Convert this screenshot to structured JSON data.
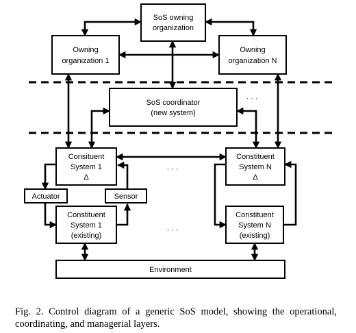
{
  "diagram": {
    "boxes": {
      "sos_owning_org": [
        "SoS owning",
        "organization"
      ],
      "owning_org_1": [
        "Owning",
        "organization 1"
      ],
      "owning_org_n": [
        "Owning",
        "organization N"
      ],
      "sos_coordinator": [
        "SoS coordinator",
        "(new system)"
      ],
      "constituent_1_delta": [
        "Consituent",
        "System 1",
        "Δ"
      ],
      "constituent_n_delta": [
        "Constituent",
        "System N",
        "Δ"
      ],
      "actuator": "Actuator",
      "sensor": "Sensor",
      "constituent_1_existing": [
        "Constituent",
        "System 1",
        "(existing)"
      ],
      "constituent_n_existing": [
        "Constituent",
        "System N",
        "(existing)"
      ],
      "environment": "Environment"
    },
    "ellipsis": {
      "coordinator": "· · ·",
      "delta_row": "· · ·",
      "existing_row": "· · ·"
    }
  },
  "caption": "Fig. 2. Control diagram of a generic SoS model, showing the operational, coordinating, and managerial layers."
}
